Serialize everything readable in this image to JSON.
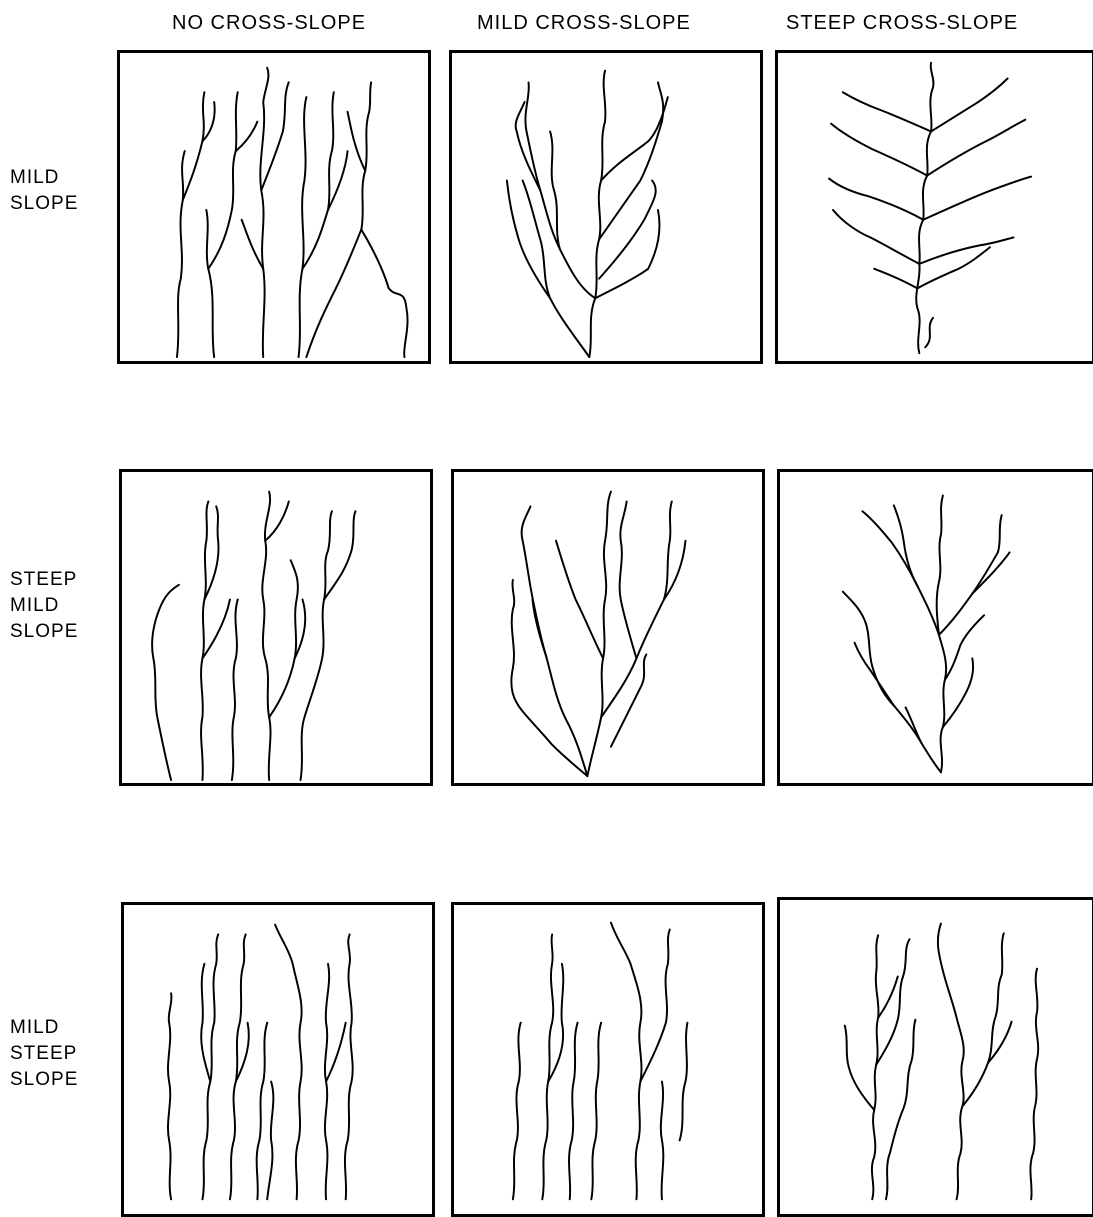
{
  "column_headers": [
    "NO CROSS-SLOPE",
    "MILD CROSS-SLOPE",
    "STEEP CROSS-SLOPE"
  ],
  "rows": [
    {
      "label_lines": [
        "MILD",
        "SLOPE"
      ]
    },
    {
      "label_lines": [
        "STEEP",
        "MILD",
        "SLOPE"
      ]
    },
    {
      "label_lines": [
        "MILD",
        "STEEP",
        "SLOPE"
      ]
    }
  ]
}
